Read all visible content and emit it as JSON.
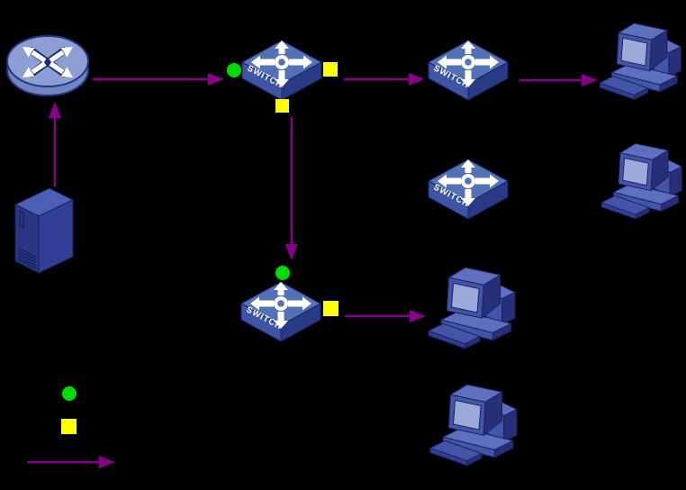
{
  "diagram_type": "network-topology",
  "colors": {
    "background": "#000000",
    "link_arrow": "#8B008B",
    "indicator_green": "#00DC00",
    "indicator_yellow": "#FFFF00",
    "switch_top": "#5571B6",
    "switch_left_face": "#3E55A5",
    "switch_right_face": "#2B3A84",
    "router_top": "#8B9FD4",
    "router_side": "#7085C2",
    "device_blue_light": "#5D6FBE",
    "device_blue_mid": "#4355A8",
    "device_blue_dark": "#272F79",
    "screen_blue": "#9DAAD9"
  },
  "nodes": [
    {
      "id": "router",
      "type": "router"
    },
    {
      "id": "server",
      "type": "server-tower"
    },
    {
      "id": "switch-1",
      "type": "switch",
      "label": "SWITCH",
      "indicators": [
        "green-dot-left",
        "yellow-square-right",
        "yellow-square-bottom"
      ]
    },
    {
      "id": "switch-2",
      "type": "switch",
      "label": "SWITCH"
    },
    {
      "id": "switch-3",
      "type": "switch",
      "label": "SWITCH"
    },
    {
      "id": "switch-4",
      "type": "switch",
      "label": "SWITCH",
      "indicators": [
        "green-dot-top",
        "yellow-square-right"
      ]
    },
    {
      "id": "pc-1",
      "type": "computer"
    },
    {
      "id": "pc-2",
      "type": "computer"
    },
    {
      "id": "pc-3",
      "type": "computer"
    },
    {
      "id": "pc-4",
      "type": "computer"
    }
  ],
  "links": [
    {
      "from": "server",
      "to": "router",
      "style": "arrow"
    },
    {
      "from": "router",
      "to": "switch-1",
      "style": "arrow"
    },
    {
      "from": "switch-1",
      "to": "switch-2",
      "style": "arrow"
    },
    {
      "from": "switch-2",
      "to": "pc-1",
      "style": "arrow"
    },
    {
      "from": "switch-1",
      "to": "switch-4",
      "style": "arrow"
    },
    {
      "from": "switch-4",
      "to": "pc-3",
      "style": "arrow"
    }
  ],
  "legend": {
    "symbols": [
      "green-dot",
      "yellow-square",
      "direction-arrow"
    ]
  }
}
